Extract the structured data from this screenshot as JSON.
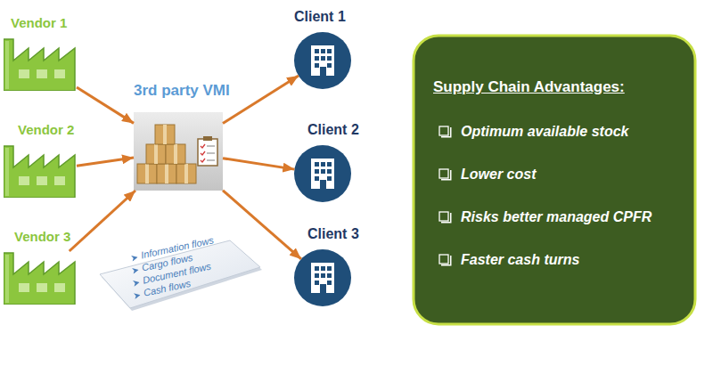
{
  "diagram": {
    "nodes": [
      {
        "text": [
          "Vendor 1"
        ]
      },
      {
        "text": [
          "Vendor 2"
        ]
      },
      {
        "text": [
          "Vendor 3"
        ]
      },
      {
        "text": [
          "3rd party VMI"
        ]
      },
      {
        "text": [
          "Client 1"
        ]
      },
      {
        "text": [
          "Client 2"
        ]
      },
      {
        "text": [
          "Client 3"
        ]
      },
      {
        "text": [
          "Information flows",
          "Cargo flows",
          "Document flows",
          "Cash flows"
        ]
      },
      {
        "text": [
          "Supply Chain Advantages:",
          "Optimum available stock",
          "Lower cost",
          "Risks better managed CPFR",
          "Faster cash turns"
        ]
      }
    ],
    "edges": [
      {
        "from": 0,
        "to": 3,
        "arrow": "to"
      },
      {
        "from": 1,
        "to": 3,
        "arrow": "to"
      },
      {
        "from": 2,
        "to": 3,
        "arrow": "to"
      },
      {
        "from": 3,
        "to": 4,
        "arrow": "to"
      },
      {
        "from": 3,
        "to": 5,
        "arrow": "to"
      },
      {
        "from": 3,
        "to": 6,
        "arrow": "to"
      }
    ]
  }
}
